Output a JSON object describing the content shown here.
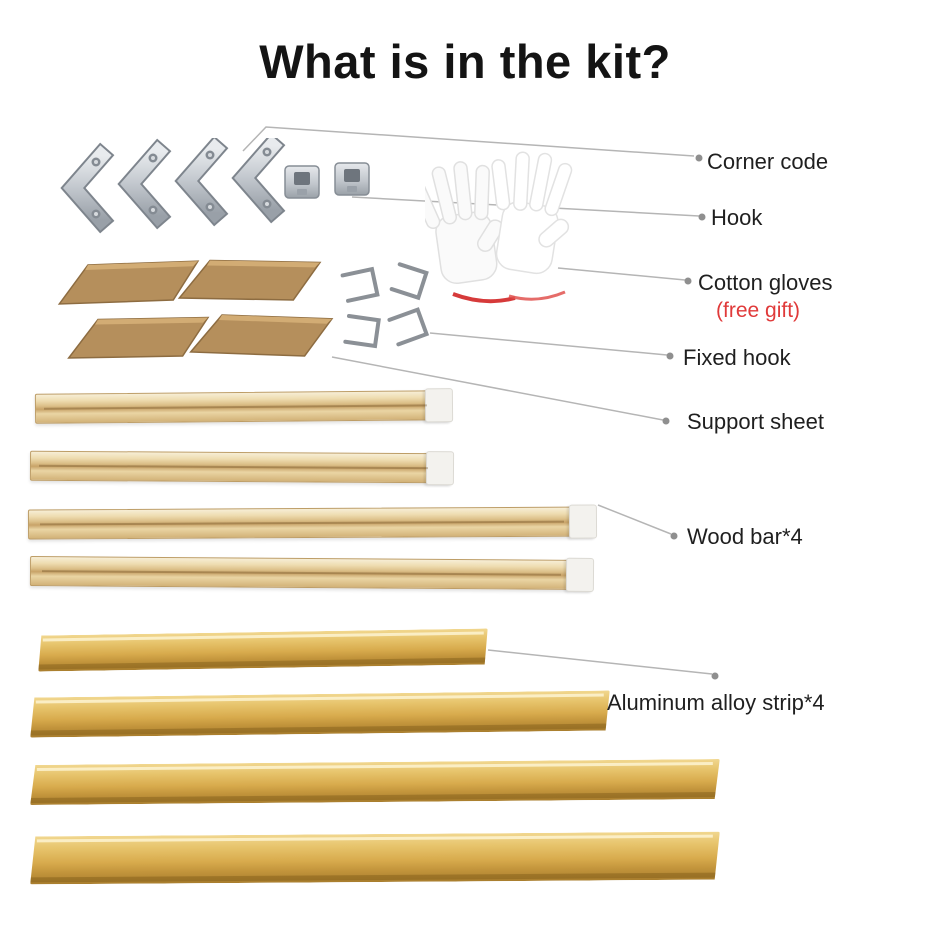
{
  "title": "What is in the kit?",
  "labels": {
    "corner_code": "Corner code",
    "hook": "Hook",
    "cotton_gloves": "Cotton gloves",
    "free_gift": "(free gift)",
    "fixed_hook": "Fixed hook",
    "support_sheet": "Support sheet",
    "wood_bar": "Wood bar*4",
    "aluminum_strip": "Aluminum alloy strip*4"
  },
  "colors": {
    "title_text": "#141414",
    "label_text": "#1f1f1f",
    "free_gift_text": "#e03a3a",
    "leader_line": "#b5b5b5",
    "metal_silver": "#c6cbd1",
    "cardboard_brown": "#b58f5c",
    "wood_tan": "#dcc089",
    "aluminum_gold": "#d8ab4d"
  },
  "items": [
    "corner-brackets",
    "hooks",
    "cotton-gloves",
    "support-sheets",
    "fixed-wire-hooks",
    "wood-bars",
    "aluminum-strips"
  ]
}
